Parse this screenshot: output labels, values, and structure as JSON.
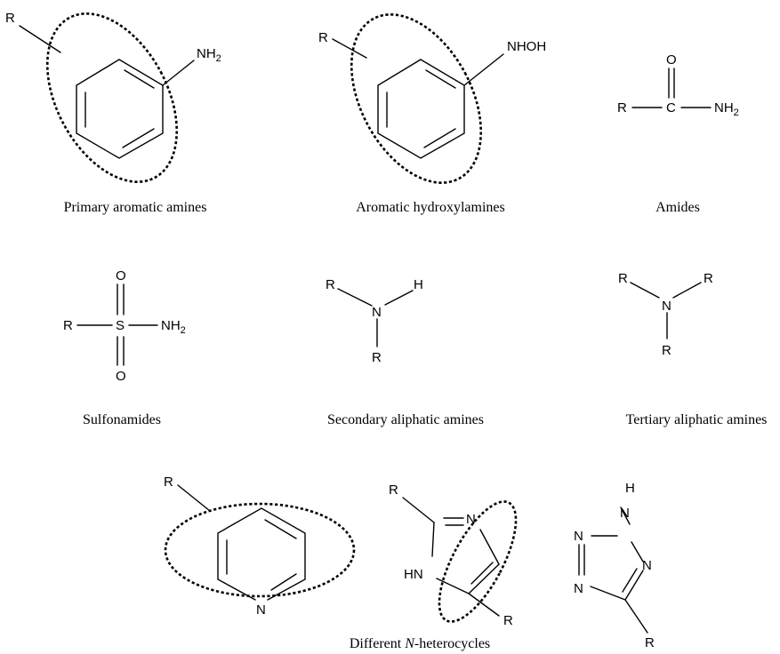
{
  "captions": {
    "primary_aromatic_amines": "Primary aromatic amines",
    "aromatic_hydroxylamines": "Aromatic hydroxylamines",
    "amides": "Amides",
    "sulfonamides": "Sulfonamides",
    "secondary_aliphatic_amines": "Secondary aliphatic amines",
    "tertiary_aliphatic_amines": "Tertiary aliphatic amines",
    "different_heterocycles_prefix": "Different ",
    "different_heterocycles_italic": "N",
    "different_heterocycles_suffix": "-heterocycles"
  },
  "atoms": {
    "R": "R",
    "NH": "NH",
    "sub2": "2",
    "NHOH": "NHOH",
    "C": "C",
    "O": "O",
    "S": "S",
    "N": "N",
    "H": "H",
    "HN": "HN"
  }
}
